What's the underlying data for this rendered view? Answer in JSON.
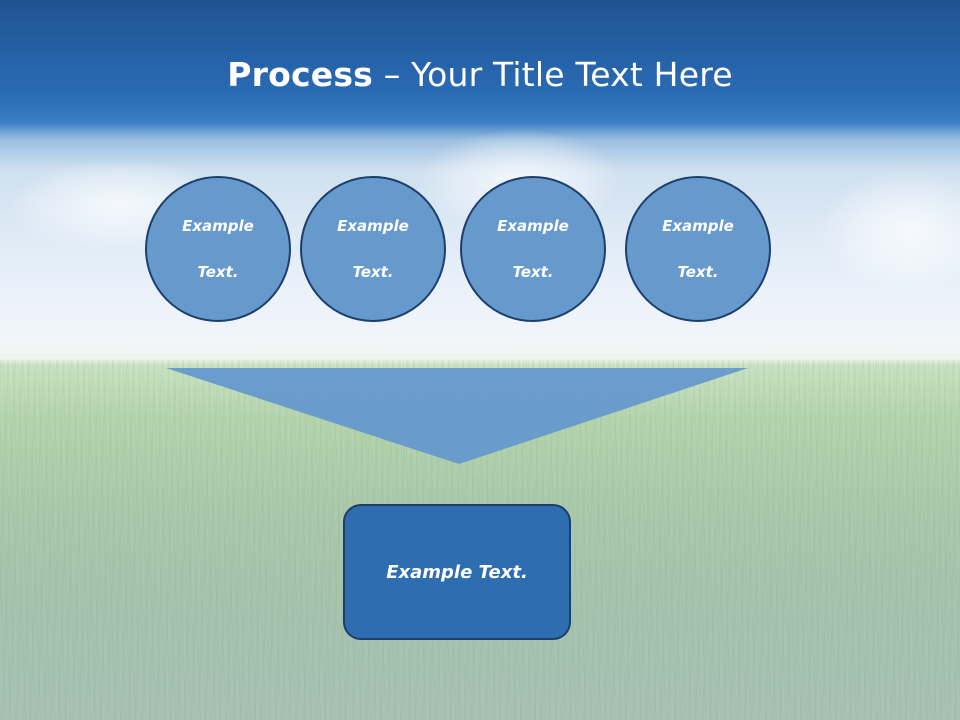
{
  "slide": {
    "title_bold": "Process",
    "title_rest": " – Your Title Text Here",
    "circles": [
      {
        "line1": "Example",
        "line2": "Text."
      },
      {
        "line1": "Example",
        "line2": "Text."
      },
      {
        "line1": "Example",
        "line2": "Text."
      },
      {
        "line1": "Example",
        "line2": "Text."
      }
    ],
    "result_text": "Example Text."
  },
  "colors": {
    "title_band": "#2a6bb5",
    "circle_fill": "#6699cc",
    "circle_border": "#1e3f6b",
    "funnel_fill": "#6699cc",
    "result_fill": "#2e6db0",
    "text": "#ffffff"
  }
}
